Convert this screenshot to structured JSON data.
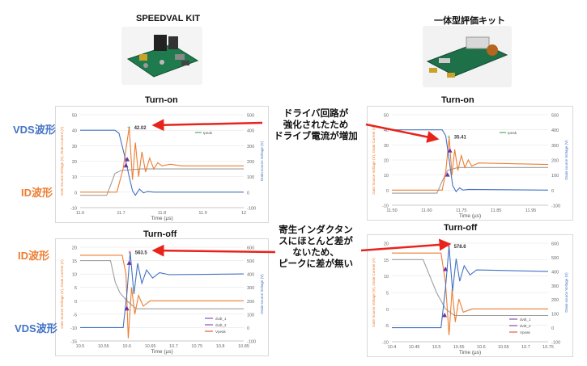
{
  "kits": [
    {
      "title": "SPEEDVAL KIT"
    },
    {
      "title": "一体型評価キット"
    }
  ],
  "side_labels": {
    "vds": "VDS波形",
    "id": "ID波形",
    "vds_color": "#4472C4",
    "id_color": "#ED7D31"
  },
  "annotations": [
    {
      "text": "ドライバ回路が\n強化されたため\nドライブ電流が増加"
    },
    {
      "text": "寄生インダクタン\nスにほとんど差が\nないため、\nピークに差が無い"
    }
  ],
  "colors": {
    "vgs": "#9e9e9e",
    "id": "#ED7D31",
    "vds": "#4472C4",
    "marker": "#7030A0",
    "vpeak": "#e53935",
    "arrow": "#e8231b"
  },
  "chart_data": [
    {
      "type": "line",
      "title": "Turn-on",
      "xlabel": "Time (µs)",
      "ylabel": "Gate Source Voltage (V), Drain Current (A)",
      "y2label": "Drain-source Voltage (V)",
      "xlim": [
        11.6,
        12.0
      ],
      "xticks": [
        11.6,
        11.7,
        11.8,
        11.9,
        12.0
      ],
      "ylim": [
        -10,
        50
      ],
      "yticks": [
        -10,
        0,
        10,
        20,
        30,
        40,
        50
      ],
      "y2lim": [
        -100,
        500
      ],
      "y2ticks": [
        -100,
        0,
        100,
        200,
        300,
        400,
        500
      ],
      "peak_label": "42.02",
      "peak": [
        11.72,
        42.02
      ],
      "legend": [
        "Ipeak"
      ],
      "legend_pos": "top-right",
      "series": [
        {
          "key": "vgs",
          "points": [
            [
              11.6,
              -2
            ],
            [
              11.665,
              -2
            ],
            [
              11.675,
              5
            ],
            [
              11.685,
              12
            ],
            [
              11.7,
              14
            ],
            [
              11.75,
              15
            ],
            [
              12.0,
              15
            ]
          ]
        },
        {
          "key": "id",
          "points": [
            [
              11.6,
              0
            ],
            [
              11.69,
              0
            ],
            [
              11.705,
              15
            ],
            [
              11.72,
              42
            ],
            [
              11.728,
              8
            ],
            [
              11.735,
              32
            ],
            [
              11.743,
              10
            ],
            [
              11.751,
              26
            ],
            [
              11.76,
              13
            ],
            [
              11.77,
              22
            ],
            [
              11.78,
              15
            ],
            [
              11.79,
              19
            ],
            [
              11.8,
              17
            ],
            [
              11.82,
              18
            ],
            [
              11.85,
              17
            ],
            [
              12.0,
              17
            ]
          ]
        },
        {
          "key": "vds",
          "axis": "y2",
          "points": [
            [
              11.6,
              400
            ],
            [
              11.685,
              400
            ],
            [
              11.695,
              380
            ],
            [
              11.71,
              220
            ],
            [
              11.72,
              100
            ],
            [
              11.728,
              10
            ],
            [
              11.735,
              -20
            ],
            [
              11.745,
              20
            ],
            [
              11.755,
              -5
            ],
            [
              11.765,
              5
            ],
            [
              11.78,
              0
            ],
            [
              12.0,
              0
            ]
          ]
        }
      ],
      "markers": [
        [
          11.712,
          17
        ],
        [
          11.715,
          21
        ]
      ]
    },
    {
      "type": "line",
      "title": "Turn-on",
      "xlabel": "Time (µs)",
      "ylabel": "Gate Source Voltage (V), Drain Current (A)",
      "y2label": "Drain-source Voltage (V)",
      "xlim": [
        11.5,
        11.95
      ],
      "xticks": [
        11.5,
        11.6,
        11.7,
        11.8,
        11.9
      ],
      "tick_labels": [
        "11.50",
        "11.60",
        "11.75",
        "11.85",
        "11.95"
      ],
      "ylim": [
        -10,
        50
      ],
      "yticks": [
        -10,
        0,
        10,
        20,
        30,
        40,
        50
      ],
      "y2lim": [
        -100,
        500
      ],
      "y2ticks": [
        -100,
        0,
        100,
        200,
        300,
        400,
        500
      ],
      "peak_label": "35.41",
      "peak": [
        11.665,
        35.41
      ],
      "legend": [
        "Ipeak"
      ],
      "legend_pos": "top-right",
      "series": [
        {
          "key": "vgs",
          "points": [
            [
              11.5,
              -2
            ],
            [
              11.63,
              -2
            ],
            [
              11.645,
              6
            ],
            [
              11.66,
              13
            ],
            [
              11.69,
              15
            ],
            [
              11.95,
              15
            ]
          ]
        },
        {
          "key": "id",
          "points": [
            [
              11.5,
              0
            ],
            [
              11.645,
              0
            ],
            [
              11.655,
              12
            ],
            [
              11.665,
              35
            ],
            [
              11.673,
              10
            ],
            [
              11.681,
              27
            ],
            [
              11.69,
              13
            ],
            [
              11.7,
              23
            ],
            [
              11.71,
              15
            ],
            [
              11.72,
              20
            ],
            [
              11.73,
              16
            ],
            [
              11.75,
              18
            ],
            [
              11.95,
              17
            ]
          ]
        },
        {
          "key": "vds",
          "axis": "y2",
          "points": [
            [
              11.5,
              400
            ],
            [
              11.645,
              400
            ],
            [
              11.655,
              360
            ],
            [
              11.665,
              200
            ],
            [
              11.675,
              30
            ],
            [
              11.685,
              -10
            ],
            [
              11.695,
              15
            ],
            [
              11.705,
              0
            ],
            [
              11.72,
              5
            ],
            [
              11.95,
              0
            ]
          ]
        }
      ],
      "markers": [
        [
          11.66,
          10
        ],
        [
          11.667,
          26
        ]
      ]
    },
    {
      "type": "line",
      "title": "Turn-off",
      "xlabel": "Time (µs)",
      "ylabel": "Gate Source Voltage (V), Drain Current (A)",
      "y2label": "Drain-source Voltage (V)",
      "xlim": [
        10.5,
        10.85
      ],
      "xticks": [
        10.5,
        10.55,
        10.6,
        10.65,
        10.7,
        10.75,
        10.8,
        10.85
      ],
      "ylim": [
        -15,
        20
      ],
      "yticks": [
        -15,
        -10,
        -5,
        0,
        5,
        10,
        15,
        20
      ],
      "y2lim": [
        -100,
        600
      ],
      "y2ticks": [
        -100,
        0,
        100,
        200,
        300,
        400,
        500,
        600
      ],
      "peak_label": "563.5",
      "peak": [
        10.607,
        563.5
      ],
      "legend": [
        "dvdt_1",
        "dvdt_2",
        "Vpeak"
      ],
      "legend_pos": "bottom-right",
      "series": [
        {
          "key": "vgs",
          "points": [
            [
              10.5,
              15
            ],
            [
              10.565,
              15
            ],
            [
              10.575,
              7
            ],
            [
              10.585,
              3
            ],
            [
              10.6,
              0
            ],
            [
              10.62,
              -3
            ],
            [
              10.85,
              -3
            ]
          ]
        },
        {
          "key": "id",
          "points": [
            [
              10.5,
              17
            ],
            [
              10.59,
              17
            ],
            [
              10.598,
              10
            ],
            [
              10.603,
              -14
            ],
            [
              10.61,
              5
            ],
            [
              10.617,
              -5
            ],
            [
              10.625,
              2
            ],
            [
              10.635,
              -2
            ],
            [
              10.65,
              0
            ],
            [
              10.85,
              0
            ]
          ]
        },
        {
          "key": "vds",
          "axis": "y2",
          "points": [
            [
              10.5,
              0
            ],
            [
              10.592,
              0
            ],
            [
              10.6,
              250
            ],
            [
              10.607,
              563
            ],
            [
              10.615,
              250
            ],
            [
              10.623,
              480
            ],
            [
              10.632,
              330
            ],
            [
              10.642,
              430
            ],
            [
              10.655,
              370
            ],
            [
              10.67,
              410
            ],
            [
              10.69,
              395
            ],
            [
              10.85,
              400
            ]
          ]
        }
      ],
      "markers": [
        [
          10.6,
          -3
        ],
        [
          10.605,
          14
        ]
      ]
    },
    {
      "type": "line",
      "title": "Turn-off",
      "xlabel": "Time (µs)",
      "ylabel": "Gate Source Voltage (V), Drain Current (A)",
      "y2label": "Drain-source Voltage (V)",
      "xlim": [
        10.4,
        10.75
      ],
      "xticks": [
        10.4,
        10.45,
        10.5,
        10.55,
        10.6,
        10.65,
        10.7,
        10.75
      ],
      "ylim": [
        -10,
        20
      ],
      "yticks": [
        -10,
        -5,
        0,
        5,
        10,
        15,
        20
      ],
      "y2lim": [
        -100,
        600
      ],
      "y2ticks": [
        -100,
        0,
        100,
        200,
        300,
        400,
        500,
        600
      ],
      "peak_label": "578.6",
      "peak": [
        10.528,
        578.6
      ],
      "legend": [
        "dvdt_1",
        "dvdt_2",
        "Vpeak"
      ],
      "legend_pos": "bottom-right",
      "series": [
        {
          "key": "vgs",
          "points": [
            [
              10.4,
              15
            ],
            [
              10.47,
              15
            ],
            [
              10.485,
              10
            ],
            [
              10.5,
              5
            ],
            [
              10.52,
              0
            ],
            [
              10.54,
              -2
            ],
            [
              10.75,
              -2
            ]
          ]
        },
        {
          "key": "id",
          "points": [
            [
              10.4,
              17
            ],
            [
              10.51,
              17
            ],
            [
              10.52,
              8
            ],
            [
              10.528,
              -8
            ],
            [
              10.535,
              6
            ],
            [
              10.542,
              -4
            ],
            [
              10.55,
              3
            ],
            [
              10.56,
              -1
            ],
            [
              10.58,
              0
            ],
            [
              10.75,
              0
            ]
          ]
        },
        {
          "key": "vds",
          "axis": "y2",
          "points": [
            [
              10.4,
              0
            ],
            [
              10.51,
              0
            ],
            [
              10.52,
              280
            ],
            [
              10.528,
              578
            ],
            [
              10.536,
              260
            ],
            [
              10.544,
              490
            ],
            [
              10.552,
              330
            ],
            [
              10.562,
              440
            ],
            [
              10.575,
              375
            ],
            [
              10.59,
              410
            ],
            [
              10.75,
              400
            ]
          ]
        }
      ],
      "markers": [
        [
          10.518,
          -2
        ],
        [
          10.52,
          12
        ]
      ]
    }
  ]
}
